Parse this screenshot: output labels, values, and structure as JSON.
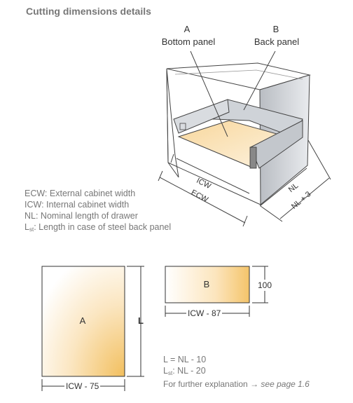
{
  "title": "Cutting dimensions details",
  "callouts": {
    "a_letter": "A",
    "a_name": "Bottom panel",
    "b_letter": "B",
    "b_name": "Back panel"
  },
  "cabinet_labels": {
    "icw": "ICW",
    "ecw": "ECW",
    "nl": "NL",
    "nl_plus": "NL + 3"
  },
  "legend": {
    "ecw": "ECW: External cabinet width",
    "icw": "ICW: Internal cabinet width",
    "nl": "NL: Nominal length of drawer",
    "lst_prefix": "L",
    "lst_sub": "st",
    "lst_text": ": Length in case of steel back panel"
  },
  "panel_a": {
    "letter": "A",
    "side_label": "L",
    "bottom_dim": "ICW - 75"
  },
  "panel_b": {
    "letter": "B",
    "right_dim": "100",
    "bottom_dim": "ICW - 87"
  },
  "formulas": {
    "l": "L = NL - 10",
    "lst_prefix": "L",
    "lst_sub": "st",
    "lst_text": ": NL - 20"
  },
  "further": {
    "text": "For further explanation",
    "arrow": "→",
    "link": "see page 1.6"
  },
  "colors": {
    "panel_fill": "#f4c46a",
    "line": "#333333",
    "text_gray": "#777777"
  }
}
